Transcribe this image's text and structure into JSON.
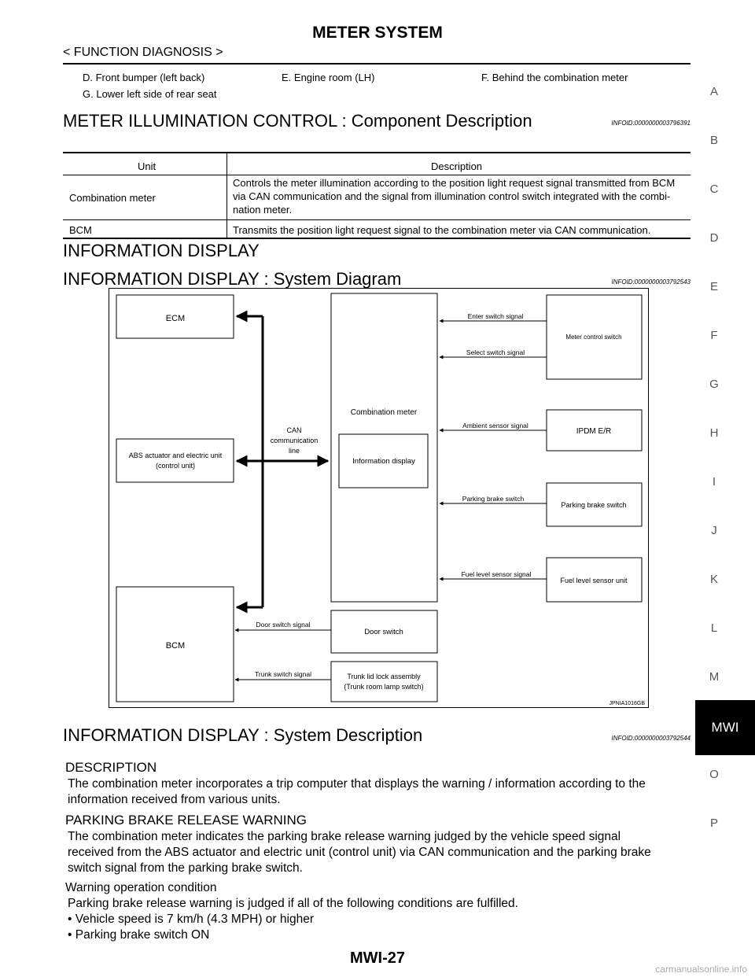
{
  "header": {
    "title": "METER SYSTEM",
    "subtitle": "< FUNCTION DIAGNOSIS >"
  },
  "locations": [
    "D.   Front bumper (left back)",
    "E.   Engine room (LH)",
    "F.   Behind the combination meter",
    "G.   Lower left side of rear seat"
  ],
  "section1": {
    "title": "METER ILLUMINATION CONTROL : Component Description",
    "infoid": "INFOID:0000000003796391",
    "table": {
      "headers": [
        "Unit",
        "Description"
      ],
      "rows": [
        {
          "unit": "Combination meter",
          "desc": "Controls the meter illumination according to the position light request signal transmitted from BCM via CAN communication and the signal from illumination control switch integrated with the combi-nation meter."
        },
        {
          "unit": "BCM",
          "desc": "Transmits the position light request signal to the combination meter via CAN communication."
        }
      ]
    }
  },
  "section2": {
    "title": "INFORMATION DISPLAY"
  },
  "section3": {
    "title": "INFORMATION DISPLAY : System Diagram",
    "infoid": "INFOID:0000000003792543"
  },
  "diagram": {
    "ecm": "ECM",
    "abs_line1": "ABS actuator and electric unit",
    "abs_line2": "(control unit)",
    "bcm": "BCM",
    "can_line1": "CAN",
    "can_line2": "communication",
    "can_line3": "line",
    "combination_meter": "Combination meter",
    "information_display": "Information display",
    "meter_control_switch": "Meter control switch",
    "ipdm": "IPDM E/R",
    "parking_brake_switch": "Parking brake switch",
    "fuel_level_sensor_unit": "Fuel level sensor unit",
    "door_switch": "Door switch",
    "trunk_line1": "Trunk lid lock assembly",
    "trunk_line2": "(Trunk room lamp switch)",
    "sig_enter": "Enter switch signal",
    "sig_select": "Select switch signal",
    "sig_ambient": "Ambient sensor signal",
    "sig_parking": "Parking brake switch",
    "sig_fuel": "Fuel level sensor signal",
    "sig_door": "Door switch signal",
    "sig_trunk": "Trunk switch signal",
    "code": "JPNIA1016GB"
  },
  "section4": {
    "title": "INFORMATION DISPLAY : System Description",
    "infoid": "INFOID:0000000003792544",
    "desc_heading": "DESCRIPTION",
    "desc_line1": "The combination meter incorporates a trip computer that displays the warning / information according to the",
    "desc_line2": "information received from various units.",
    "pb_heading": "PARKING BRAKE RELEASE WARNING",
    "pb_line1": "The combination meter indicates the parking brake release warning judged by the vehicle speed signal",
    "pb_line2": "received from the ABS actuator and electric unit (control unit) via CAN communication and the parking brake",
    "pb_line3": "switch signal from the parking brake switch.",
    "woc_heading": "Warning operation condition",
    "woc_line1": "Parking brake release warning is judged if all of the following conditions are fulfilled.",
    "woc_bullet1": "• Vehicle speed is 7 km/h (4.3 MPH) or higher",
    "woc_bullet2": "• Parking brake switch ON"
  },
  "side_index": [
    "A",
    "B",
    "C",
    "D",
    "E",
    "F",
    "G",
    "H",
    "I",
    "J",
    "K",
    "L",
    "M",
    "MWI",
    "O",
    "P"
  ],
  "footer": {
    "page": "MWI-27"
  },
  "watermark": "carmanualsonline.info"
}
